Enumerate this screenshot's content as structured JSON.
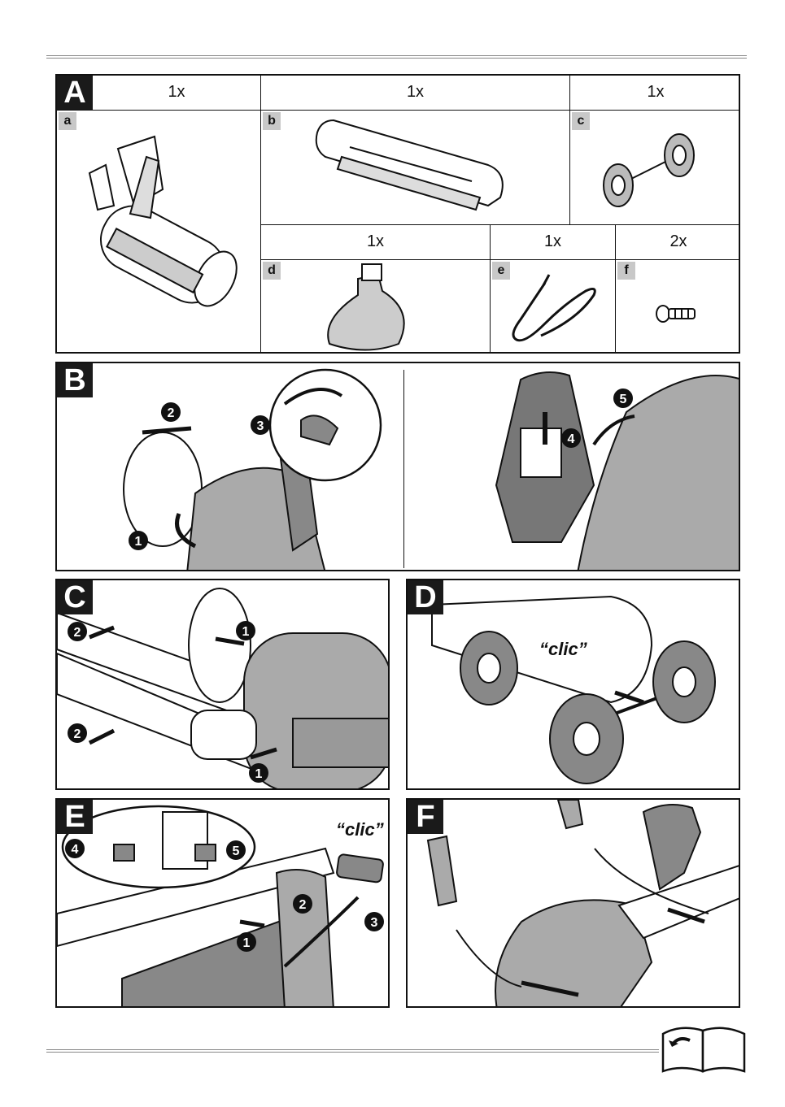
{
  "panels": {
    "A": {
      "letter": "A",
      "items": [
        {
          "tag": "a",
          "qty": "1x"
        },
        {
          "tag": "b",
          "qty": "1x"
        },
        {
          "tag": "c",
          "qty": "1x"
        },
        {
          "tag": "d",
          "qty": "1x"
        },
        {
          "tag": "e",
          "qty": "1x"
        },
        {
          "tag": "f",
          "qty": "2x"
        }
      ]
    },
    "B": {
      "letter": "B"
    },
    "C": {
      "letter": "C"
    },
    "D": {
      "letter": "D",
      "clic": "“clic”"
    },
    "E": {
      "letter": "E",
      "clic": "“clic”"
    },
    "F": {
      "letter": "F"
    }
  }
}
